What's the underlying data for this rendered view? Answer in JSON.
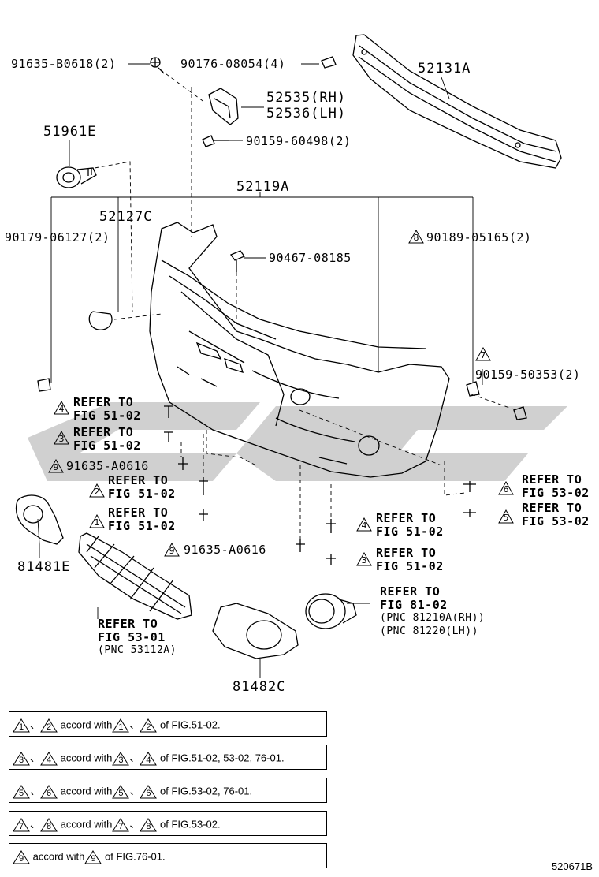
{
  "figure_id": "520671B",
  "callouts": [
    {
      "id": "p91635b",
      "text": "91635-B0618(2)"
    },
    {
      "id": "p90176",
      "text": "90176-08054(4)"
    },
    {
      "id": "p52131a",
      "text": "52131A"
    },
    {
      "id": "p52535",
      "text": "52535(RH)"
    },
    {
      "id": "p52536",
      "text": "52536(LH)"
    },
    {
      "id": "p90159_60498",
      "text": "90159-60498(2)"
    },
    {
      "id": "p51961e",
      "text": "51961E"
    },
    {
      "id": "p52119a",
      "text": "52119A"
    },
    {
      "id": "p52127c",
      "text": "52127C"
    },
    {
      "id": "p90179",
      "text": "90179-06127(2)"
    },
    {
      "id": "p90467",
      "text": "90467-08185"
    },
    {
      "id": "p90189",
      "text": "90189-05165(2)"
    },
    {
      "id": "p90159_50353",
      "text": "90159-50353(2)"
    },
    {
      "id": "p81481e",
      "text": "81481E"
    },
    {
      "id": "p81482c",
      "text": "81482C"
    },
    {
      "id": "p91635a1",
      "text": "91635-A0616"
    },
    {
      "id": "p91635a2",
      "text": "91635-A0616"
    }
  ],
  "refer_callouts": [
    {
      "id": "r1",
      "line1": "REFER TO",
      "line2": "FIG 51-02",
      "marker": "4"
    },
    {
      "id": "r2",
      "line1": "REFER TO",
      "line2": "FIG 51-02",
      "marker": "3"
    },
    {
      "id": "r3",
      "line1": "REFER TO",
      "line2": "FIG 51-02",
      "marker": "2"
    },
    {
      "id": "r4",
      "line1": "REFER TO",
      "line2": "FIG 51-02",
      "marker": "1"
    },
    {
      "id": "r5",
      "line1": "REFER TO",
      "line2": "FIG 51-02",
      "marker": "4"
    },
    {
      "id": "r6",
      "line1": "REFER TO",
      "line2": "FIG 51-02",
      "marker": "3"
    },
    {
      "id": "r7",
      "line1": "REFER TO",
      "line2": "FIG 53-02",
      "marker": "6"
    },
    {
      "id": "r8",
      "line1": "REFER TO",
      "line2": "FIG 53-02",
      "marker": "5"
    }
  ],
  "grille_ref": {
    "line1": "REFER TO",
    "line2": "FIG 53-01",
    "line3": "(PNC 53112A)"
  },
  "foglamp_ref": {
    "line1": "REFER TO",
    "line2": "FIG 81-02",
    "line3": "(PNC 81210A(RH))",
    "line4": "(PNC 81220(LH))"
  },
  "markers": {
    "m8": "8",
    "m7": "7",
    "m9a": "9",
    "m9b": "9"
  },
  "notes": [
    {
      "a": "1",
      "b": "2",
      "c": "1",
      "d": "2",
      "sep": "、",
      "mid": "accord with",
      "tail": "of FIG.51-02."
    },
    {
      "a": "3",
      "b": "4",
      "c": "3",
      "d": "4",
      "sep": "、",
      "mid": "accord with",
      "tail": "of FIG.51-02, 53-02, 76-01."
    },
    {
      "a": "5",
      "b": "6",
      "c": "5",
      "d": "6",
      "sep": "、",
      "mid": "accord with",
      "tail": "of FIG.53-02, 76-01."
    },
    {
      "a": "7",
      "b": "8",
      "c": "7",
      "d": "8",
      "sep": "、",
      "mid": "accord with",
      "tail": "of FIG.53-02."
    },
    {
      "a": "9",
      "c": "9",
      "mid": "accord with",
      "tail": "of FIG.76-01."
    }
  ],
  "watermark_color": "#c8c8c8"
}
